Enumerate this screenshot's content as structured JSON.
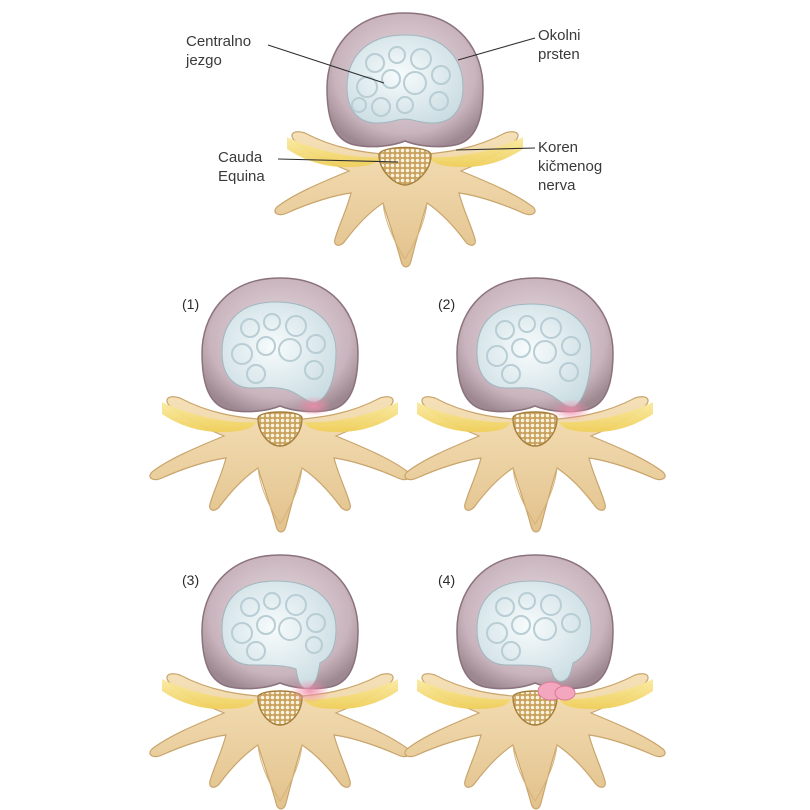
{
  "labels": {
    "nucleus_line1": "Centralno",
    "nucleus_line2": "jezgo",
    "annulus_line1": "Okolni",
    "annulus_line2": "prsten",
    "cauda_line1": "Cauda",
    "cauda_line2": "Equina",
    "root_line1": "Koren",
    "root_line2": "kičmenog",
    "root_line3": "nerva"
  },
  "stages": {
    "s1": "(1)",
    "s2": "(2)",
    "s3": "(3)",
    "s4": "(4)"
  },
  "colors": {
    "annulus": "#c9b6be",
    "nucleus": "#e4eef1",
    "bone": "#eed5a6",
    "nerve": "#f6de77",
    "cauda": "#f1e3c1",
    "herniation": "#f2a8bd"
  }
}
